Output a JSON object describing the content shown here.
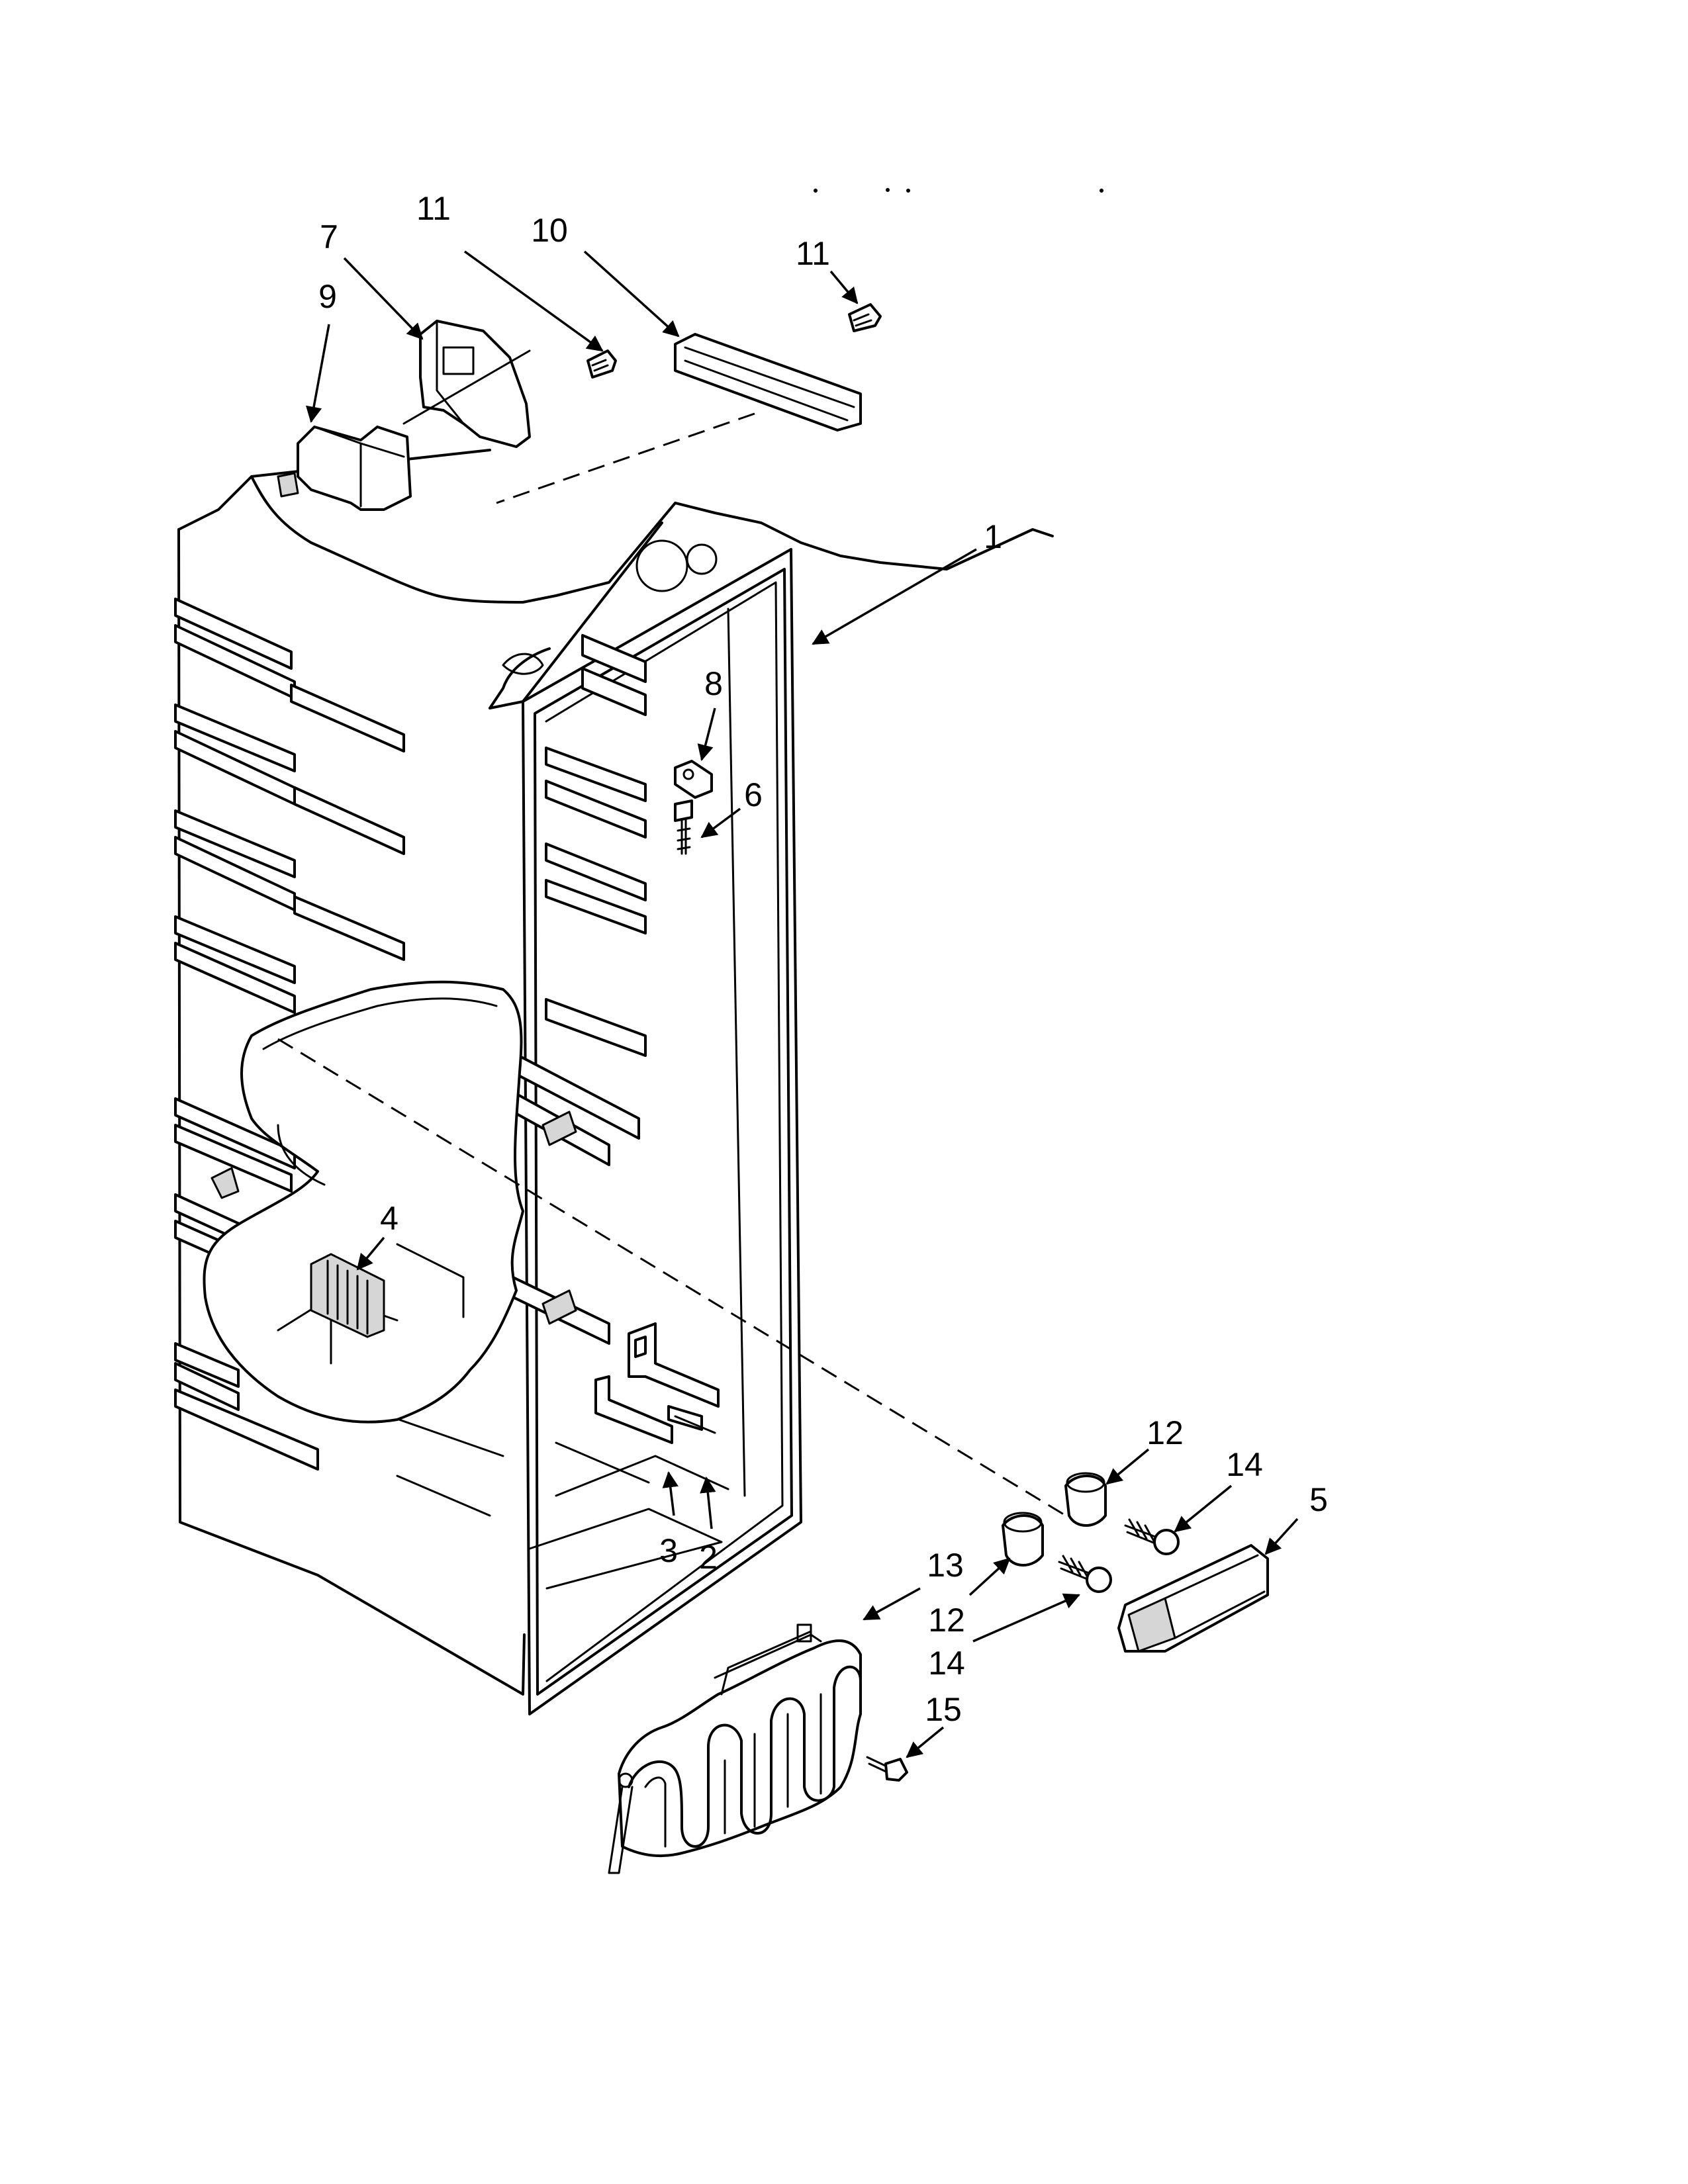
{
  "callouts": [
    {
      "id": "11a",
      "label": "11"
    },
    {
      "id": "10",
      "label": "10"
    },
    {
      "id": "11b",
      "label": "11"
    },
    {
      "id": "7",
      "label": "7"
    },
    {
      "id": "9",
      "label": "9"
    },
    {
      "id": "1",
      "label": "1"
    },
    {
      "id": "8",
      "label": "8"
    },
    {
      "id": "6",
      "label": "6"
    },
    {
      "id": "4",
      "label": "4"
    },
    {
      "id": "12a",
      "label": "12"
    },
    {
      "id": "14a",
      "label": "14"
    },
    {
      "id": "5",
      "label": "5"
    },
    {
      "id": "3",
      "label": "3"
    },
    {
      "id": "2",
      "label": "2"
    },
    {
      "id": "13",
      "label": "13"
    },
    {
      "id": "12b",
      "label": "12"
    },
    {
      "id": "14b",
      "label": "14"
    },
    {
      "id": "15",
      "label": "15"
    }
  ]
}
